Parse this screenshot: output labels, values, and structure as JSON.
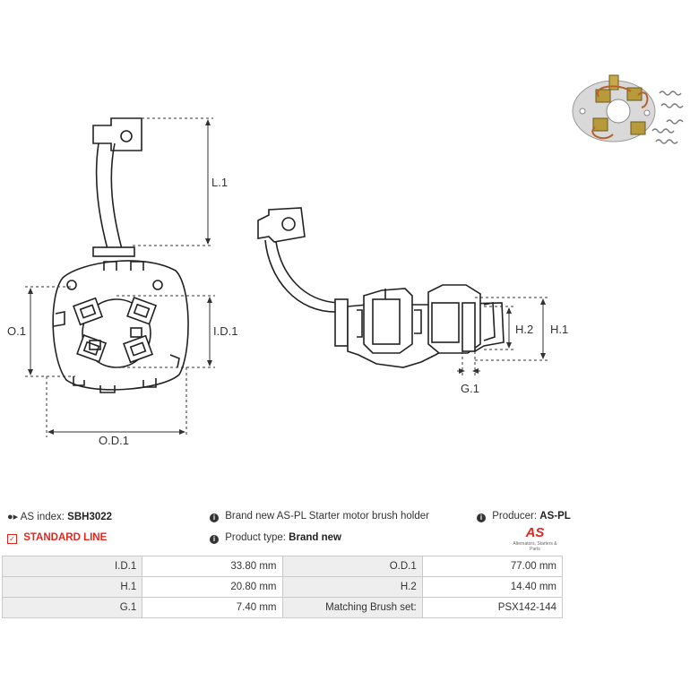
{
  "labels": {
    "l1": "L.1",
    "o1": "O.1",
    "id1": "I.D.1",
    "od1": "O.D.1",
    "h2": "H.2",
    "h1": "H.1",
    "g1": "G.1"
  },
  "info": {
    "as_index_label": "AS index:",
    "as_index_value": "SBH3022",
    "standard_line": "STANDARD LINE",
    "description": "Brand new AS-PL Starter motor brush holder",
    "product_type_label": "Product type:",
    "product_type_value": "Brand new",
    "producer_label": "Producer:",
    "producer_value": "AS-PL"
  },
  "logo": {
    "mark": "AS",
    "tagline": "Alternators, Starters & Parts"
  },
  "specs": [
    [
      "I.D.1",
      "33.80 mm",
      "O.D.1",
      "77.00 mm"
    ],
    [
      "H.1",
      "20.80 mm",
      "H.2",
      "14.40 mm"
    ],
    [
      "G.1",
      "7.40 mm",
      "Matching Brush set:",
      "PSX142-144"
    ]
  ],
  "colors": {
    "accent": "#e3261d",
    "table_label_bg": "#eeeeee",
    "table_border": "#c9c9c9"
  }
}
